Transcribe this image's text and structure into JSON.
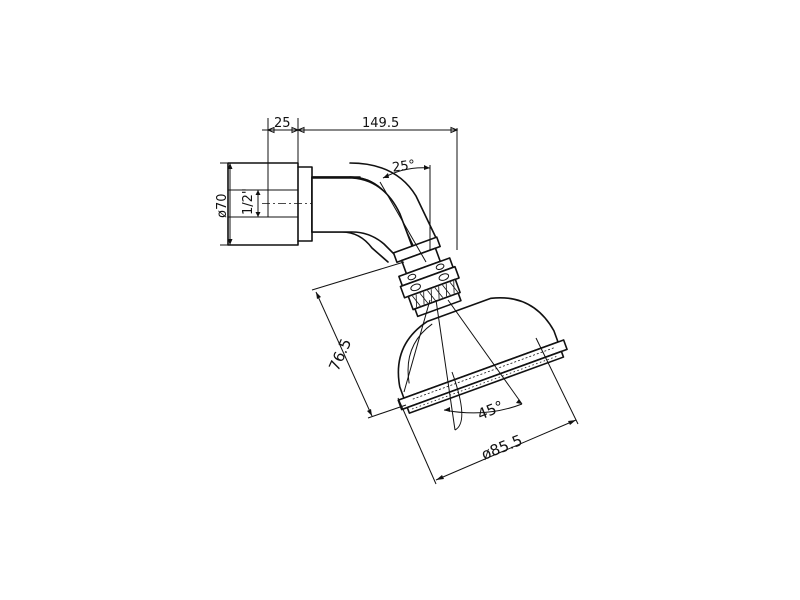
{
  "drawing": {
    "dimensions": {
      "flange_width": "25",
      "projection": "149.5",
      "arm_angle": "25°",
      "flange_diameter": "ø70",
      "thread": "1/2\"",
      "head_height": "76.5",
      "spray_angle": "45°",
      "head_diameter": "ø85.5"
    }
  },
  "colors": {
    "line": "#111111",
    "background": "#ffffff"
  }
}
